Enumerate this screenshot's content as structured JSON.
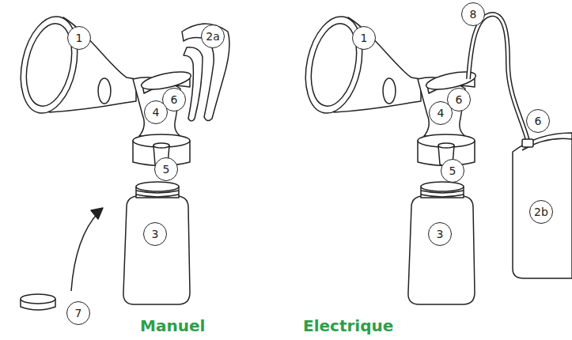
{
  "diagram": {
    "labels": [
      "1",
      "2a",
      "6",
      "4",
      "5",
      "3",
      "7",
      "Manuel",
      "8",
      "1",
      "6",
      "6",
      "4",
      "5",
      "2b",
      "3",
      "Electrique"
    ]
  }
}
